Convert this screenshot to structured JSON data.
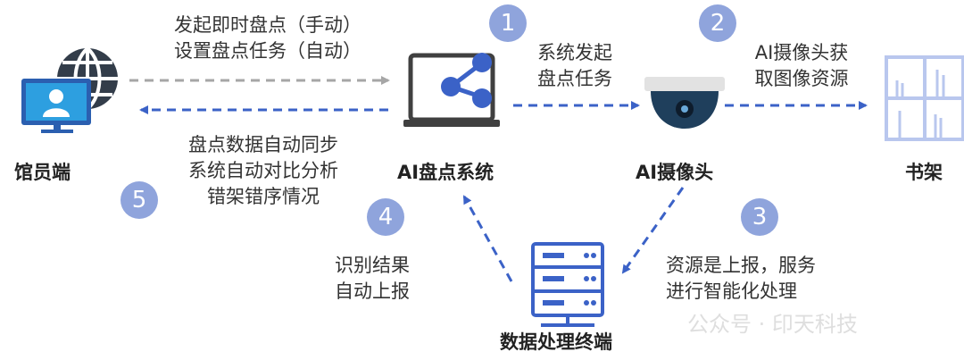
{
  "nodes": {
    "librarian": "馆员端",
    "ai_system": "AI盘点系统",
    "camera": "AI摄像头",
    "bookshelf": "书架",
    "processing": "数据处理终端"
  },
  "flows": {
    "top_line1": "发起即时盘点（手动）",
    "top_line2": "设置盘点任务（自动）",
    "step1_line1": "系统发起",
    "step1_line2": "盘点任务",
    "step2_line1": "AI摄像头获",
    "step2_line2": "取图像资源",
    "step3_line1": "资源是上报，服务",
    "step3_line2": "进行智能化处理",
    "step4_line1": "识别结果",
    "step4_line2": "自动上报",
    "step5_line1": "盘点数据自动同步",
    "step5_line2": "系统自动对比分析",
    "step5_line3": "错架错序情况"
  },
  "steps": [
    "1",
    "2",
    "3",
    "4",
    "5"
  ],
  "watermark": "公众号 · 印天科技",
  "colors": {
    "accent_blue": "#3b62c7",
    "step_circle": "#8fa4dc",
    "gray_arrow": "#a6a6a6",
    "icon_light_blue": "#b9c7ee",
    "laptop_dark": "#404040"
  }
}
